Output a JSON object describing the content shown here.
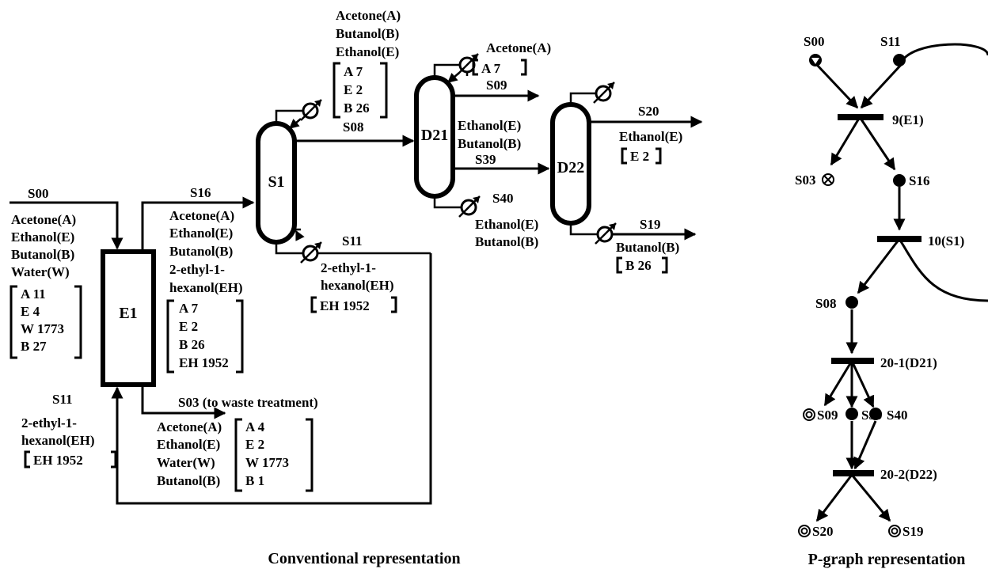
{
  "conventional": {
    "caption": "Conventional representation",
    "units": {
      "E1": "E1",
      "S1": "S1",
      "D21": "D21",
      "D22": "D22"
    },
    "feed": {
      "stream": "S00",
      "components": [
        "Acetone(A)",
        "Ethanol(E)",
        "Butanol(B)",
        "Water(W)"
      ],
      "amounts": [
        "A 11",
        "E 4",
        "W 1773",
        "B 27"
      ]
    },
    "recycle": {
      "stream": "S11",
      "components": [
        "2-ethyl-1-",
        "hexanol(EH)"
      ],
      "amount": "EH 1952"
    },
    "s16": {
      "stream": "S16",
      "components": [
        "Acetone(A)",
        "Ethanol(E)",
        "Butanol(B)",
        "2-ethyl-1-",
        "hexanol(EH)"
      ],
      "amounts": [
        "A 7",
        "E 2",
        "B 26",
        "EH 1952"
      ]
    },
    "s03": {
      "stream": "S03 (to waste treatment)",
      "components": [
        "Acetone(A)",
        "Ethanol(E)",
        "Water(W)",
        "Butanol(B)"
      ],
      "amounts": [
        "A 4",
        "E 2",
        "W 1773",
        "B 1"
      ]
    },
    "s08": {
      "stream": "S08",
      "components": [
        "Acetone(A)",
        "Butanol(B)",
        "Ethanol(E)"
      ],
      "amounts": [
        "A 7",
        "E 2",
        "B 26"
      ]
    },
    "s11_out": {
      "stream": "S11",
      "components": [
        "2-ethyl-1-",
        "hexanol(EH)"
      ],
      "amount": "EH 1952"
    },
    "s09": {
      "stream": "S09",
      "component": "Acetone(A)",
      "amount": "A 7"
    },
    "d21_mid": {
      "components": [
        "Ethanol(E)",
        "Butanol(B)"
      ]
    },
    "s39": {
      "stream": "S39"
    },
    "s40": {
      "stream": "S40",
      "components": [
        "Ethanol(E)",
        "Butanol(B)"
      ]
    },
    "s20": {
      "stream": "S20",
      "component": "Ethanol(E)",
      "amount": "E 2"
    },
    "s19": {
      "stream": "S19",
      "component": "Butanol(B)",
      "amount": "B 26"
    }
  },
  "pgraph": {
    "caption": "P-graph representation",
    "nodes": {
      "S00": "S00",
      "S11": "S11",
      "S03": "S03",
      "S16": "S16",
      "S08": "S08",
      "S09": "S09",
      "S39": "S39",
      "S40": "S40",
      "S20": "S20",
      "S19": "S19"
    },
    "ops": {
      "op1": "9(E1)",
      "op2": "10(S1)",
      "op3": "20-1(D21)",
      "op4": "20-2(D22)"
    }
  }
}
